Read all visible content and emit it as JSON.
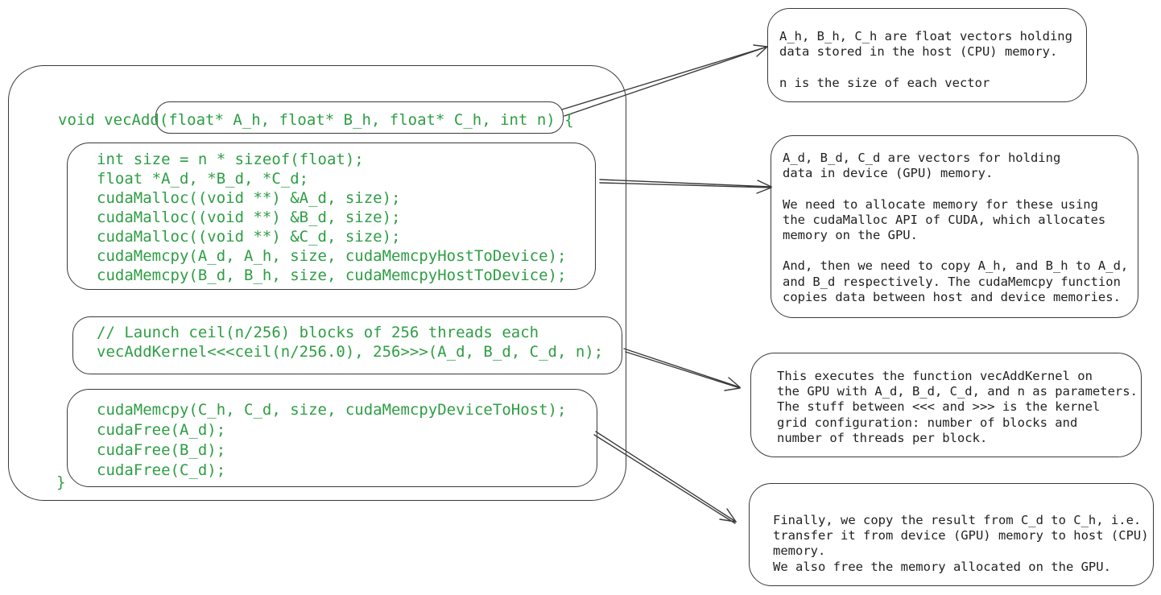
{
  "colors": {
    "code_green": "#2e9e44",
    "note_ink": "#222222",
    "line_ink": "#3a3a3a",
    "background": "#ffffff"
  },
  "code": {
    "signature_line": "void vecAdd(float* A_h, float* B_h, float* C_h, int n) {",
    "highlighted_params": "float* A_h, float* B_h, float* C_h, int n",
    "block1_lines": [
      "int size = n * sizeof(float);",
      "float *A_d, *B_d, *C_d;",
      "cudaMalloc((void **) &A_d, size);",
      "cudaMalloc((void **) &B_d, size);",
      "cudaMalloc((void **) &C_d, size);",
      "cudaMemcpy(A_d, A_h, size, cudaMemcpyHostToDevice);",
      "cudaMemcpy(B_d, B_h, size, cudaMemcpyHostToDevice);"
    ],
    "block2_lines": [
      "// Launch ceil(n/256) blocks of 256 threads each",
      "vecAddKernel<<<ceil(n/256.0), 256>>>(A_d, B_d, C_d, n);"
    ],
    "block3_lines": [
      "cudaMemcpy(C_h, C_d, size, cudaMemcpyDeviceToHost);",
      "cudaFree(A_d);",
      "cudaFree(B_d);",
      "cudaFree(C_d);"
    ],
    "closing_brace": "}"
  },
  "annotations": [
    {
      "target": "function-parameters",
      "text": [
        "A_h, B_h, C_h are float vectors holding",
        "data stored in the host (CPU) memory.",
        "",
        "n is the size of each vector"
      ]
    },
    {
      "target": "allocation-block",
      "text": [
        "A_d, B_d, C_d are vectors for holding",
        "data in device (GPU) memory.",
        "",
        "We need to allocate memory for these using",
        "the cudaMalloc API of CUDA, which allocates",
        "memory on the GPU.",
        "",
        "And, then we need to copy A_h, and B_h to A_d,",
        "and B_d respectively. The cudaMemcpy function",
        "copies data between host and device memories."
      ]
    },
    {
      "target": "kernel-launch-block",
      "text": [
        "This executes the function vecAddKernel on",
        "the GPU with A_d, B_d, C_d, and n as parameters.",
        "The stuff between <<< and >>> is the kernel",
        "grid configuration: number of blocks and",
        "number of threads per block."
      ]
    },
    {
      "target": "copyback-free-block",
      "text": [
        "Finally, we copy the result from C_d to C_h, i.e.",
        "transfer it from device (GPU) memory to host (CPU)",
        "memory.",
        "We also free the memory allocated on the GPU."
      ]
    }
  ]
}
